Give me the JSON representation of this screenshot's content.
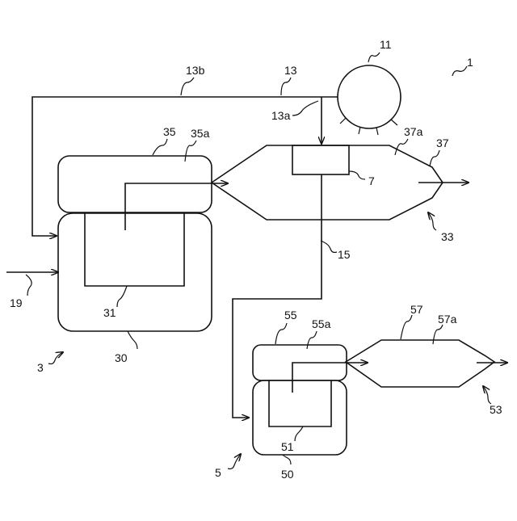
{
  "labels": {
    "system": "1",
    "unit_left": "3",
    "unit_right": "5",
    "sensor_box": "7",
    "source": "11",
    "line_main": "13",
    "line_branch_a": "13a",
    "line_branch_b": "13b",
    "line_15": "15",
    "inlet": "19",
    "body_30": "30",
    "chamber_31": "31",
    "assembly_33": "33",
    "housing_35": "35",
    "housing_35a": "35a",
    "vessel_37": "37",
    "vessel_37a": "37a",
    "body_50": "50",
    "chamber_51": "51",
    "assembly_53": "53",
    "housing_55": "55",
    "housing_55a": "55a",
    "vessel_57": "57",
    "vessel_57a": "57a"
  },
  "colors": {
    "line": "#111111",
    "background": "#ffffff"
  }
}
